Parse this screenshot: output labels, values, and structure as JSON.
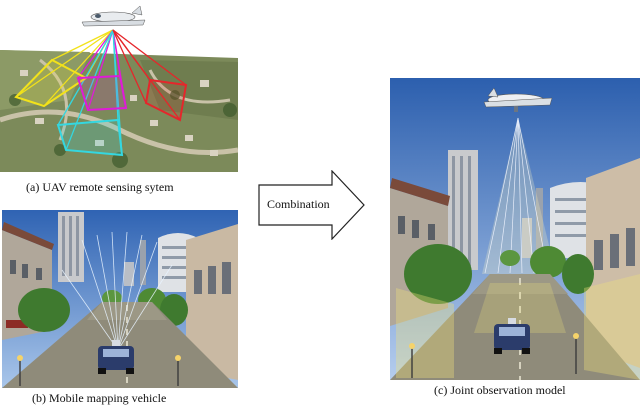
{
  "captions": {
    "a": "(a) UAV remote sensing sytem",
    "b": "(b) Mobile mapping vehicle",
    "c": "(c) Joint observation model"
  },
  "arrow": {
    "label": "Combination"
  },
  "colors": {
    "footprint_yellow": "#f2e21a",
    "footprint_magenta": "#e01ad8",
    "footprint_cyan": "#34d7e0",
    "footprint_red": "#e5262b",
    "sky": "#4a7fc9",
    "ground": "#8f8b7a"
  }
}
